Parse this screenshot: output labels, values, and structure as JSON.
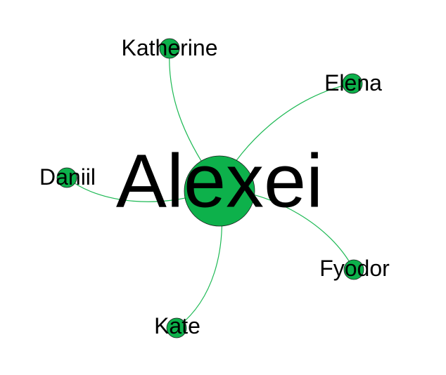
{
  "graph": {
    "edge_color": "#1db954",
    "node_color": "#0db14b",
    "center": {
      "label": "Alexei"
    },
    "leaves": [
      {
        "key": "katherine",
        "label": "Katherine"
      },
      {
        "key": "elena",
        "label": "Elena"
      },
      {
        "key": "daniil",
        "label": "Daniil"
      },
      {
        "key": "fyodor",
        "label": "Fyodor"
      },
      {
        "key": "kate",
        "label": "Kate"
      }
    ],
    "edges": [
      {
        "from": "Alexei",
        "to": "Katherine"
      },
      {
        "from": "Alexei",
        "to": "Elena"
      },
      {
        "from": "Alexei",
        "to": "Daniil"
      },
      {
        "from": "Alexei",
        "to": "Fyodor"
      },
      {
        "from": "Alexei",
        "to": "Kate"
      }
    ]
  }
}
